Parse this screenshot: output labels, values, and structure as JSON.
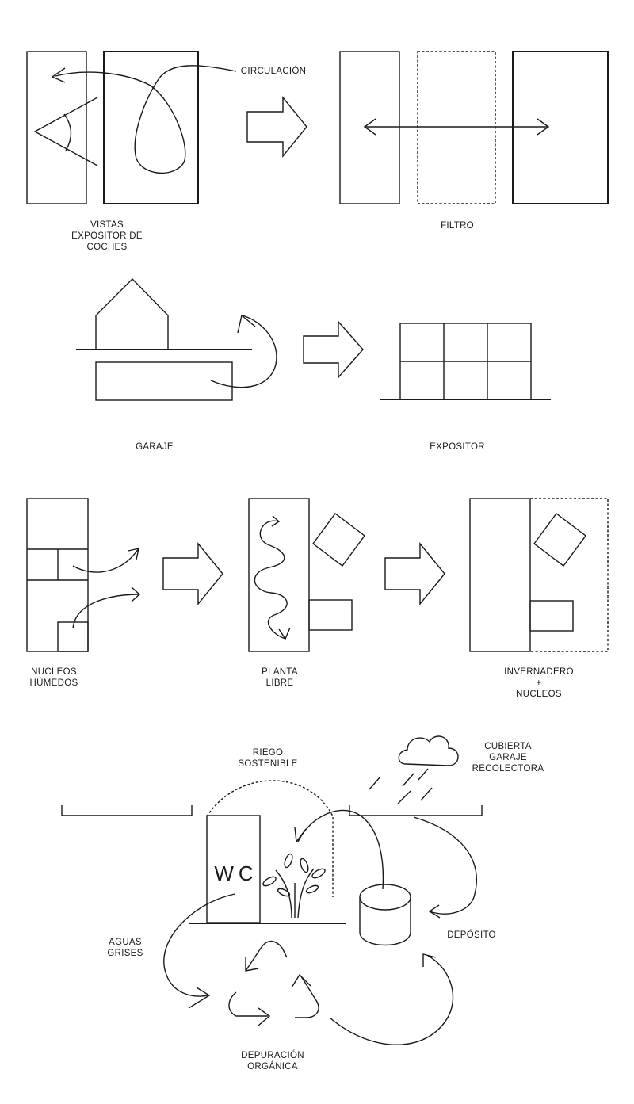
{
  "panels": {
    "vistas": {
      "circulation_label": "CIRCULACIÓN",
      "views_label_lines": [
        "VISTAS",
        "EXPOSITOR DE",
        "COCHES"
      ],
      "filter_label": "FILTRO"
    },
    "garaje": {
      "garage_label": "GARAJE",
      "showroom_label": "EXPOSITOR"
    },
    "nucleos": {
      "wet_cores_label_lines": [
        "NUCLEOS",
        "HÚMEDOS"
      ],
      "open_plan_label_lines": [
        "PLANTA",
        "LIBRE"
      ],
      "greenhouse_label_lines": [
        "INVERNADERO",
        "+",
        "NUCLEOS"
      ]
    },
    "riego": {
      "irrigation_label_lines": [
        "RIEGO",
        "SOSTENIBLE"
      ],
      "roof_label_lines": [
        "CUBIERTA",
        "GARAJE",
        "RECOLECTORA"
      ],
      "wc_label": "WC",
      "greywater_label_lines": [
        "AGUAS",
        "GRISES"
      ],
      "tank_label": "DEPÓSITO",
      "purification_label_lines": [
        "DEPURACIÓN",
        "ORGÁNICA"
      ]
    }
  },
  "colors": {
    "ink": "#1a1a1a",
    "background": "#ffffff"
  }
}
